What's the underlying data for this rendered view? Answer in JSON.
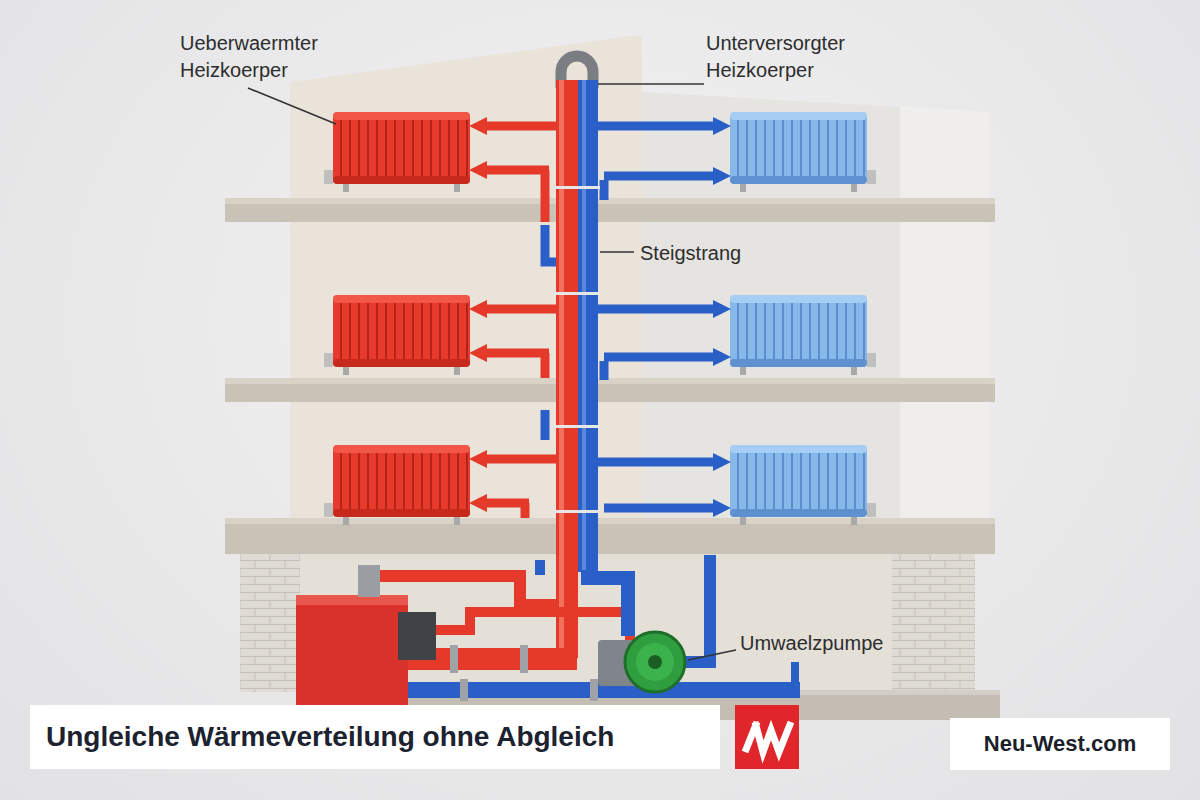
{
  "diagram": {
    "title": "Ungleiche Wärmeverteilung ohne Abgleich",
    "labels": [
      "Ueberwaermter Heizkoerper",
      "Unterversorgter Heizkoerper",
      "Steigstrang",
      "Umwaelzpumpe",
      "Neu-West.com"
    ]
  }
}
